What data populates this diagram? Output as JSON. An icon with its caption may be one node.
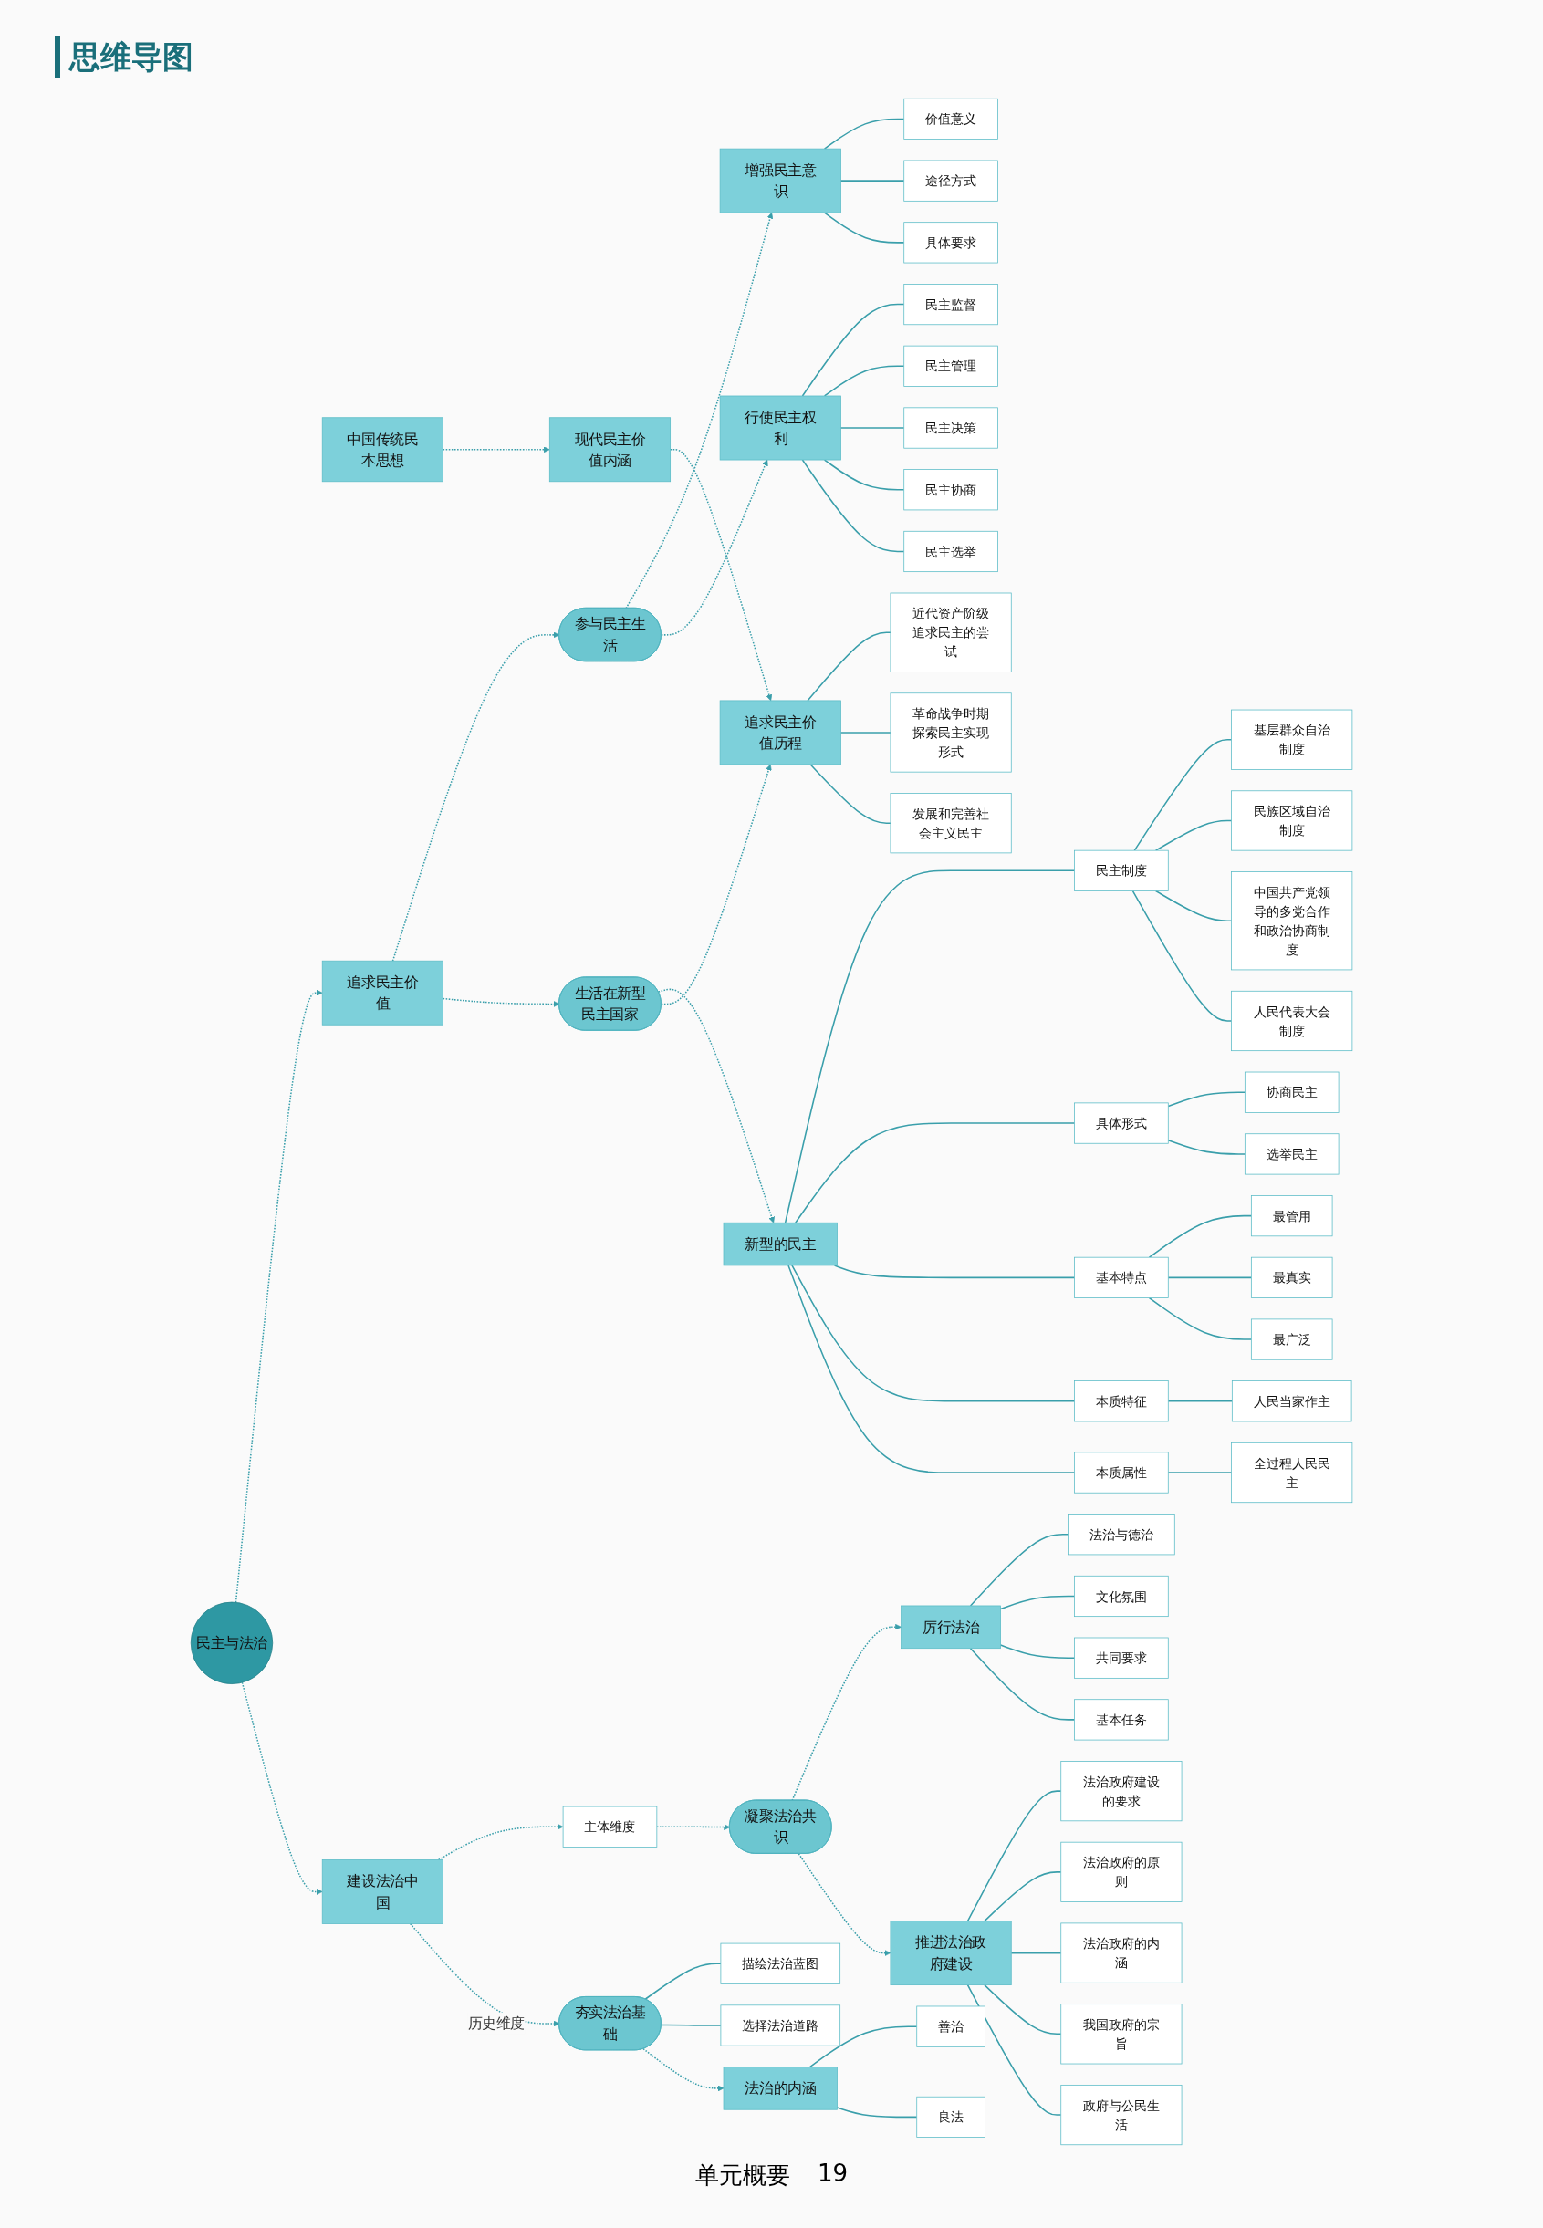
{
  "diagram": {
    "title": "思维导图",
    "nodes": [
      {
        "text": [
          "良法"
        ]
      },
      {
        "text": [
          "善治"
        ]
      },
      {
        "text": [
          "法治的内涵"
        ]
      },
      {
        "text": [
          "中国传统民本思想"
        ]
      },
      {
        "text": [
          "现代民主价值内涵"
        ]
      },
      {
        "text": [
          "追求民主价值历程"
        ]
      },
      {
        "text": [
          "发展和完善社会主义民主"
        ]
      },
      {
        "text": [
          "革命战争时期探索民主实现形式"
        ]
      },
      {
        "text": [
          "近代资产阶级追求民主的尝试"
        ]
      },
      {
        "text": [
          "选择法治道路"
        ]
      },
      {
        "text": [
          "描绘法治蓝图"
        ]
      },
      {
        "text": [
          "夯实法治基础"
        ]
      },
      {
        "text": [
          "生活在新型民主国家"
        ]
      },
      {
        "text": [
          "建设法治中国"
        ]
      },
      {
        "text": [
          "政府与公民生活"
        ]
      },
      {
        "text": [
          "我国政府的宗旨"
        ]
      },
      {
        "text": [
          "法治政府的内涵"
        ]
      },
      {
        "text": [
          "法治政府的原则"
        ]
      },
      {
        "text": [
          "法治政府建设的要求"
        ]
      },
      {
        "text": [
          "推进法治政府建设"
        ]
      },
      {
        "text": [
          "追求民主价值"
        ]
      },
      {
        "text": [
          "主体维度"
        ]
      },
      {
        "text": [
          "民主与法治"
        ]
      },
      {
        "text": [
          "凝聚法治共识"
        ]
      },
      {
        "text": [
          "参与民主生活"
        ]
      },
      {
        "text": [
          "本质属性"
        ]
      },
      {
        "text": [
          "全过程人民民主"
        ]
      },
      {
        "text": [
          "本质特征"
        ]
      },
      {
        "text": [
          "人民当家作主"
        ]
      },
      {
        "text": [
          "厉行法治"
        ]
      },
      {
        "text": [
          "行使民主权利"
        ]
      },
      {
        "text": [
          "新型的民主"
        ]
      },
      {
        "text": [
          "基本特点"
        ]
      },
      {
        "text": [
          "最广泛"
        ]
      },
      {
        "text": [
          "最真实"
        ]
      },
      {
        "text": [
          "最管用"
        ]
      },
      {
        "text": [
          "基本任务"
        ]
      },
      {
        "text": [
          "共同要求"
        ]
      },
      {
        "text": [
          "文化氛围"
        ]
      },
      {
        "text": [
          "法治与德治"
        ]
      },
      {
        "text": [
          "民主选举"
        ]
      },
      {
        "text": [
          "民主协商"
        ]
      },
      {
        "text": [
          "民主决策"
        ]
      },
      {
        "text": [
          "民主管理"
        ]
      },
      {
        "text": [
          "民主监督"
        ]
      },
      {
        "text": [
          "具体形式"
        ]
      },
      {
        "text": [
          "选举民主"
        ]
      },
      {
        "text": [
          "协商民主"
        ]
      },
      {
        "text": [
          "增强民主意识"
        ]
      },
      {
        "text": [
          "人民代表大会制度"
        ]
      },
      {
        "text": [
          "民主制度"
        ]
      },
      {
        "text": [
          "中国共产党领导的多党合作和政治协商制度"
        ]
      },
      {
        "text": [
          "民族区域自治制度"
        ]
      },
      {
        "text": [
          "基层群众自治制度"
        ]
      },
      {
        "text": [
          "具体要求"
        ]
      },
      {
        "text": [
          "途径方式"
        ]
      },
      {
        "text": [
          "价值意义"
        ]
      }
    ],
    "edges": [
      {
        "from": 13,
        "to": 11,
        "arrow": "to",
        "style": "dashed",
        "label": "历史维度"
      },
      {
        "from": 11,
        "to": 2,
        "arrow": "to",
        "style": "dashed"
      },
      {
        "from": 3,
        "to": 4,
        "arrow": "to",
        "style": "dashed"
      },
      {
        "from": 4,
        "to": 5,
        "arrow": "to",
        "style": "dashed"
      },
      {
        "from": 12,
        "to": 5,
        "arrow": "to",
        "style": "dashed"
      },
      {
        "from": 20,
        "to": 12,
        "arrow": "to",
        "style": "dashed"
      },
      {
        "from": 22,
        "to": 13,
        "arrow": "to",
        "style": "dashed"
      },
      {
        "from": 22,
        "to": 20,
        "arrow": "to",
        "style": "dashed"
      },
      {
        "from": 12,
        "to": 31,
        "arrow": "to",
        "style": "dashed"
      },
      {
        "from": 13,
        "to": 21,
        "arrow": "to",
        "style": "dashed"
      },
      {
        "from": 21,
        "to": 23,
        "arrow": "to",
        "style": "dashed"
      },
      {
        "from": 23,
        "to": 19,
        "arrow": "to",
        "style": "dashed"
      },
      {
        "from": 20,
        "to": 24,
        "arrow": "to",
        "style": "dashed"
      },
      {
        "from": 24,
        "to": 30,
        "arrow": "to",
        "style": "dashed"
      },
      {
        "from": 24,
        "to": 48,
        "arrow": "to",
        "style": "dashed"
      },
      {
        "from": 23,
        "to": 29,
        "arrow": "to",
        "style": "dashed"
      },
      {
        "from": 2,
        "to": 0,
        "arrow": "none"
      },
      {
        "from": 2,
        "to": 1,
        "arrow": "none"
      },
      {
        "from": 5,
        "to": 6,
        "arrow": "none"
      },
      {
        "from": 5,
        "to": 7,
        "arrow": "none"
      },
      {
        "from": 5,
        "to": 8,
        "arrow": "none"
      },
      {
        "from": 11,
        "to": 9,
        "arrow": "none"
      },
      {
        "from": 11,
        "to": 10,
        "arrow": "none"
      },
      {
        "from": 19,
        "to": 14,
        "arrow": "none"
      },
      {
        "from": 19,
        "to": 15,
        "arrow": "none"
      },
      {
        "from": 19,
        "to": 16,
        "arrow": "none"
      },
      {
        "from": 19,
        "to": 17,
        "arrow": "none"
      },
      {
        "from": 19,
        "to": 18,
        "arrow": "none"
      },
      {
        "from": 29,
        "to": 36,
        "arrow": "none"
      },
      {
        "from": 29,
        "to": 37,
        "arrow": "none"
      },
      {
        "from": 29,
        "to": 38,
        "arrow": "none"
      },
      {
        "from": 29,
        "to": 39,
        "arrow": "none"
      },
      {
        "from": 30,
        "to": 40,
        "arrow": "none"
      },
      {
        "from": 30,
        "to": 41,
        "arrow": "none"
      },
      {
        "from": 30,
        "to": 42,
        "arrow": "none"
      },
      {
        "from": 30,
        "to": 43,
        "arrow": "none"
      },
      {
        "from": 30,
        "to": 44,
        "arrow": "none"
      },
      {
        "from": 48,
        "to": 54,
        "arrow": "none"
      },
      {
        "from": 48,
        "to": 55,
        "arrow": "none"
      },
      {
        "from": 48,
        "to": 56,
        "arrow": "none"
      },
      {
        "from": 31,
        "to": 25,
        "arrow": "none"
      },
      {
        "from": 31,
        "to": 27,
        "arrow": "none"
      },
      {
        "from": 31,
        "to": 32,
        "arrow": "none"
      },
      {
        "from": 31,
        "to": 45,
        "arrow": "none"
      },
      {
        "from": 31,
        "to": 50,
        "arrow": "none"
      },
      {
        "from": 25,
        "to": 26,
        "arrow": "none"
      },
      {
        "from": 27,
        "to": 28,
        "arrow": "none"
      },
      {
        "from": 32,
        "to": 33,
        "arrow": "none"
      },
      {
        "from": 32,
        "to": 34,
        "arrow": "none"
      },
      {
        "from": 32,
        "to": 35,
        "arrow": "none"
      },
      {
        "from": 45,
        "to": 46,
        "arrow": "none"
      },
      {
        "from": 45,
        "to": 47,
        "arrow": "none"
      },
      {
        "from": 50,
        "to": 49,
        "arrow": "none"
      },
      {
        "from": 50,
        "to": 51,
        "arrow": "none"
      },
      {
        "from": 50,
        "to": 52,
        "arrow": "none"
      },
      {
        "from": 50,
        "to": 53,
        "arrow": "none"
      }
    ],
    "labels": [
      "单元概要",
      "19"
    ]
  }
}
